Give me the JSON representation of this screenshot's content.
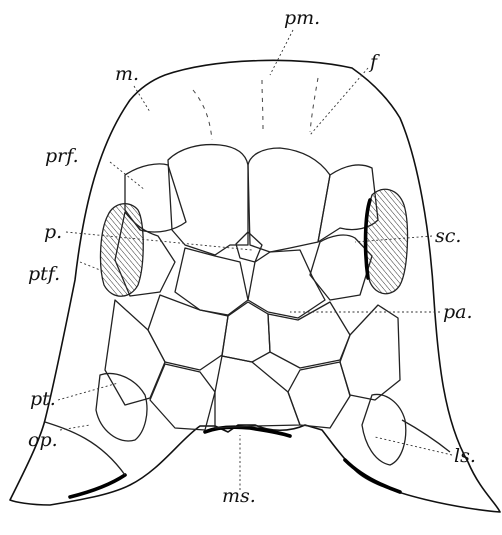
{
  "labels": {
    "pm": "pm.",
    "m": "m.",
    "f": "f",
    "prf": "prf.",
    "p": "p.",
    "sc": "sc.",
    "ptf": "ptf.",
    "pa": "pa.",
    "pt": "pt.",
    "ls": "ls.",
    "op": "op.",
    "ms": "ms."
  }
}
